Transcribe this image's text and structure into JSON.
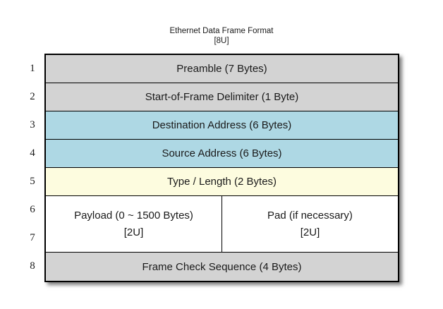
{
  "title": {
    "line1": "Ethernet Data Frame Format",
    "line2": "[8U]"
  },
  "colors": {
    "gray": "#d3d3d3",
    "blue": "#aed8e4",
    "yellow": "#fdfcdf",
    "white": "#ffffff",
    "border": "#000000"
  },
  "rows": [
    {
      "num": "1",
      "label": "Preamble (7 Bytes)",
      "color": "#d3d3d3"
    },
    {
      "num": "2",
      "label": "Start-of-Frame Delimiter (1 Byte)",
      "color": "#d3d3d3"
    },
    {
      "num": "3",
      "label": "Destination Address (6 Bytes)",
      "color": "#aed8e4"
    },
    {
      "num": "4",
      "label": "Source Address (6 Bytes)",
      "color": "#aed8e4"
    },
    {
      "num": "5",
      "label": "Type / Length (2 Bytes)",
      "color": "#fdfcdf"
    }
  ],
  "payload_row": {
    "num_top": "6",
    "num_bottom": "7",
    "color": "#ffffff",
    "left": {
      "line1": "Payload (0 ~ 1500 Bytes)",
      "line2": "[2U]"
    },
    "right": {
      "line1": "Pad (if necessary)",
      "line2": "[2U]"
    }
  },
  "fcs_row": {
    "num": "8",
    "label": "Frame Check Sequence (4 Bytes)",
    "color": "#d3d3d3"
  }
}
